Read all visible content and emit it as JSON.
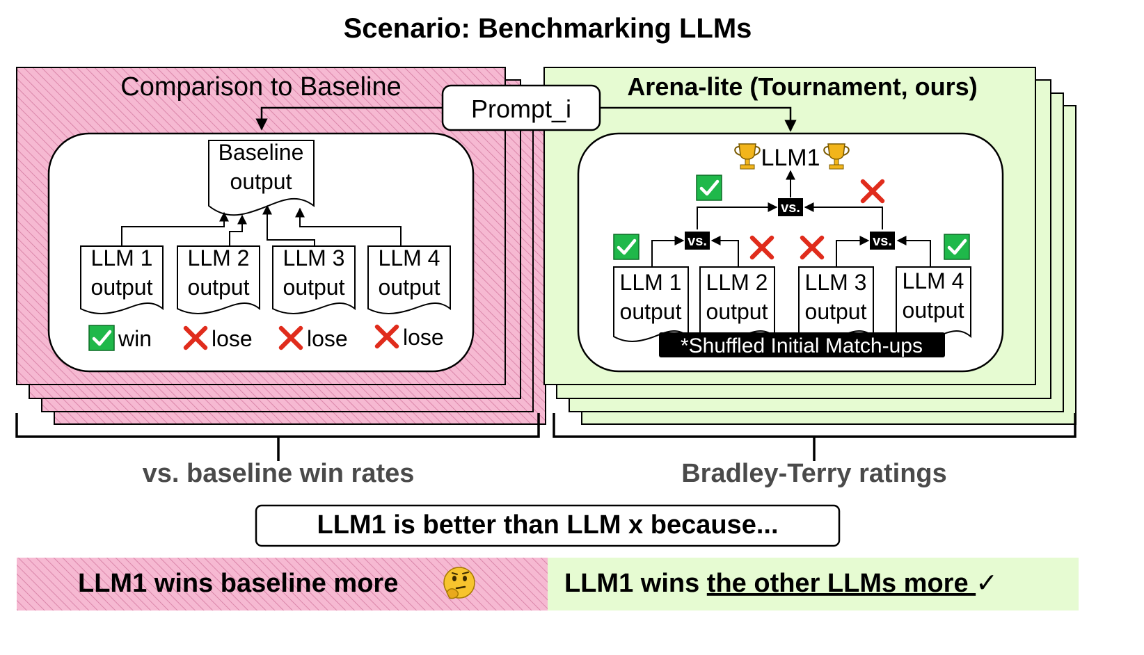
{
  "title": "Scenario: Benchmarking LLMs",
  "left_panel": {
    "title": "Comparison to Baseline",
    "baseline_line1": "Baseline",
    "baseline_line2": "output",
    "llm_docs": [
      {
        "line1": "LLM 1",
        "line2": "output",
        "result": "win",
        "mark": "check"
      },
      {
        "line1": "LLM 2",
        "line2": "output",
        "result": "lose",
        "mark": "cross"
      },
      {
        "line1": "LLM 3",
        "line2": "output",
        "result": "lose",
        "mark": "cross"
      },
      {
        "line1": "LLM 4",
        "line2": "output",
        "result": "lose",
        "mark": "cross"
      }
    ],
    "metric": "vs. baseline win rates",
    "conclusion": "LLM1 wins baseline more",
    "conclusion_icon": "thinking-face-icon"
  },
  "prompt": "Prompt_i",
  "right_panel": {
    "title": "Arena-lite (Tournament, ours)",
    "winner": "LLM1",
    "vs_label": "vs.",
    "llm_docs": [
      {
        "line1": "LLM 1",
        "line2": "output",
        "mark": "check"
      },
      {
        "line1": "LLM 2",
        "line2": "output",
        "mark": "cross"
      },
      {
        "line1": "LLM 3",
        "line2": "output",
        "mark": "cross"
      },
      {
        "line1": "LLM 4",
        "line2": "output",
        "mark": "check"
      }
    ],
    "semifinal_marks": [
      "check",
      "cross"
    ],
    "note": "*Shuffled Initial Match-ups",
    "metric": "Bradley-Terry ratings",
    "conclusion_prefix": "LLM1 wins ",
    "conclusion_underlined": "the other LLMs more ",
    "conclusion_check": "✓"
  },
  "because": "LLM1 is better than LLM x because...",
  "colors": {
    "pink": "#f4b3cd",
    "pink_hatch": "#d77aa0",
    "green": "#e6fbd2",
    "check_green": "#1fb84a",
    "cross_red": "#e02c1c",
    "metric_gray": "#4a4a4a",
    "trophy": "#f2b51b"
  }
}
